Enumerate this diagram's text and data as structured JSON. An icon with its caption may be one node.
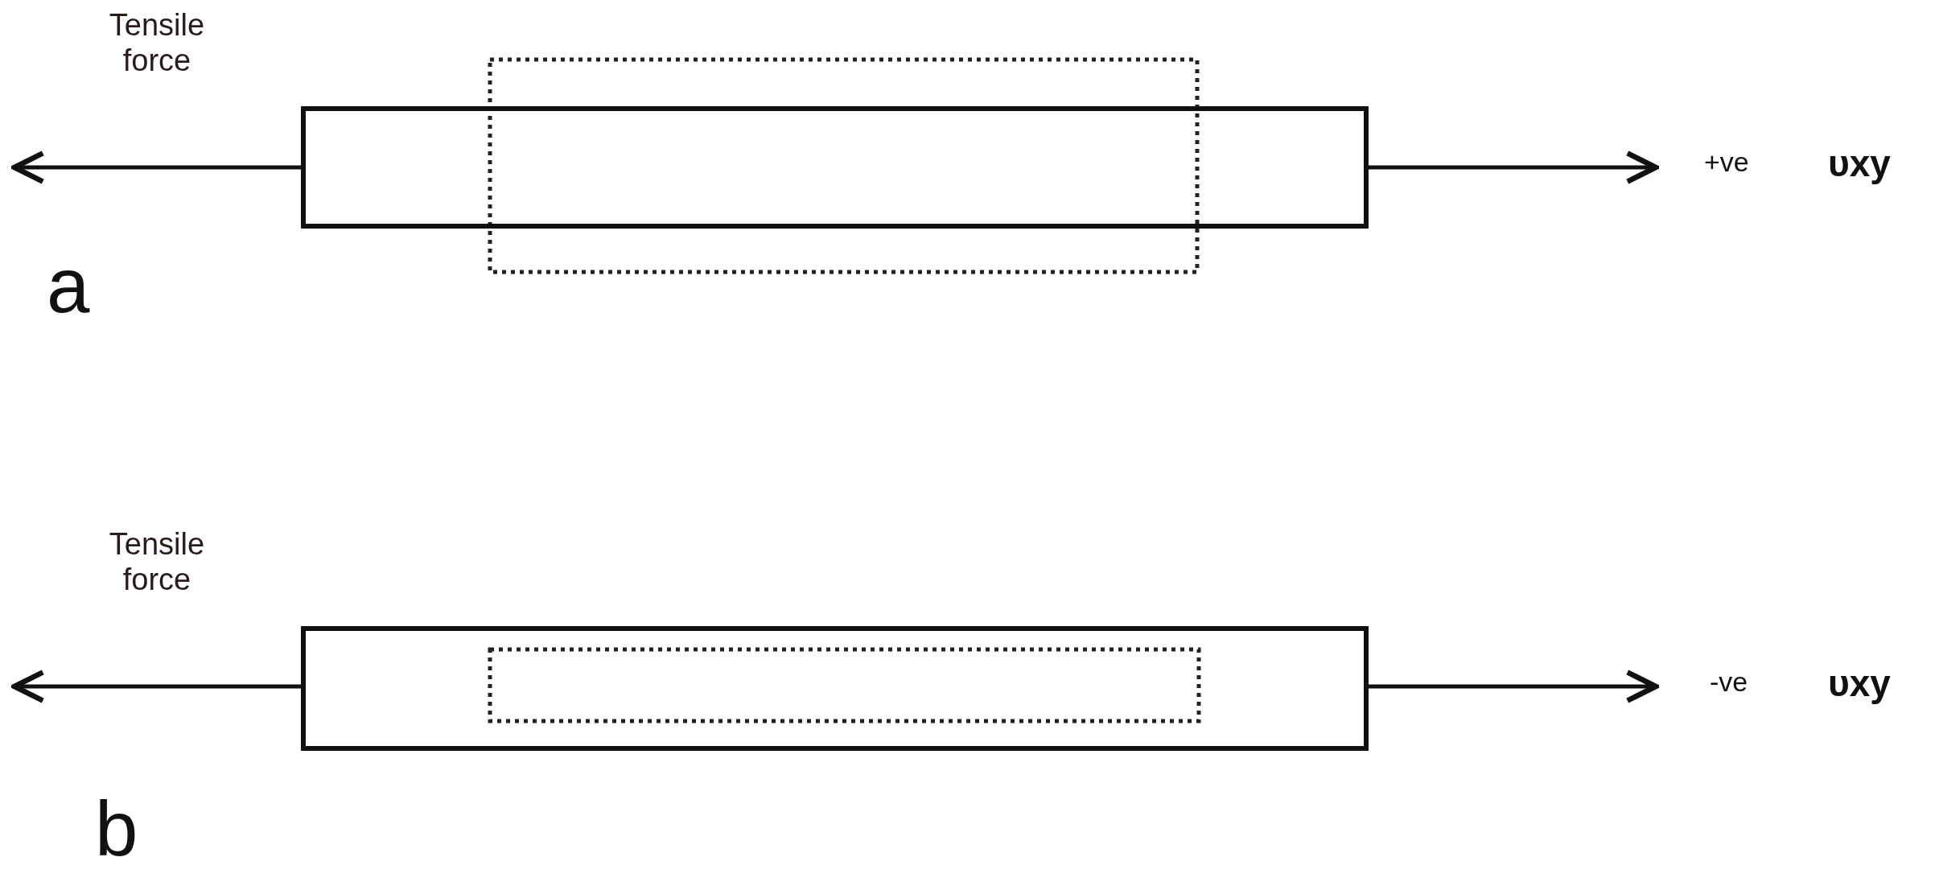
{
  "diagram": {
    "labels": [
      "Tensile force",
      "+ve",
      "υxy",
      "a",
      "Tensile force",
      "-ve",
      "υxy",
      "b"
    ]
  }
}
